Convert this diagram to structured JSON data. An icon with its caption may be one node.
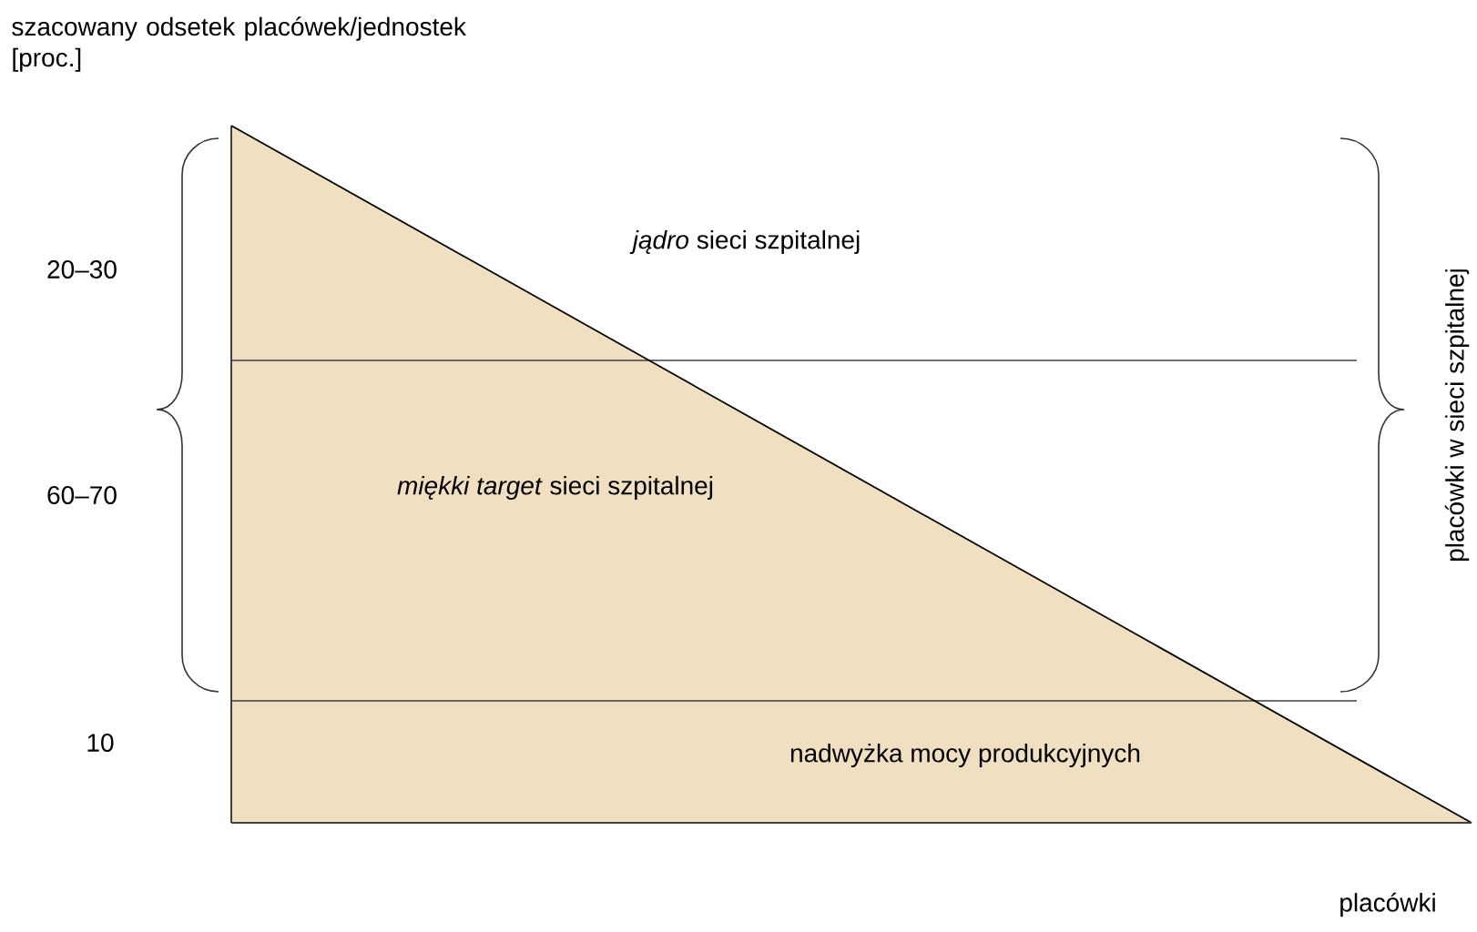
{
  "diagram": {
    "labels": [
      "szacowany odsetek placówek/jednostek [proc.]",
      "20–30",
      "*jądro* sieci szpitalnej",
      "placówki w sieci szpitalnej",
      "60–70",
      "*miękki target* sieci szpitalnej",
      "10",
      "nadwyżka mocy produkcyjnych",
      "placówki"
    ]
  }
}
